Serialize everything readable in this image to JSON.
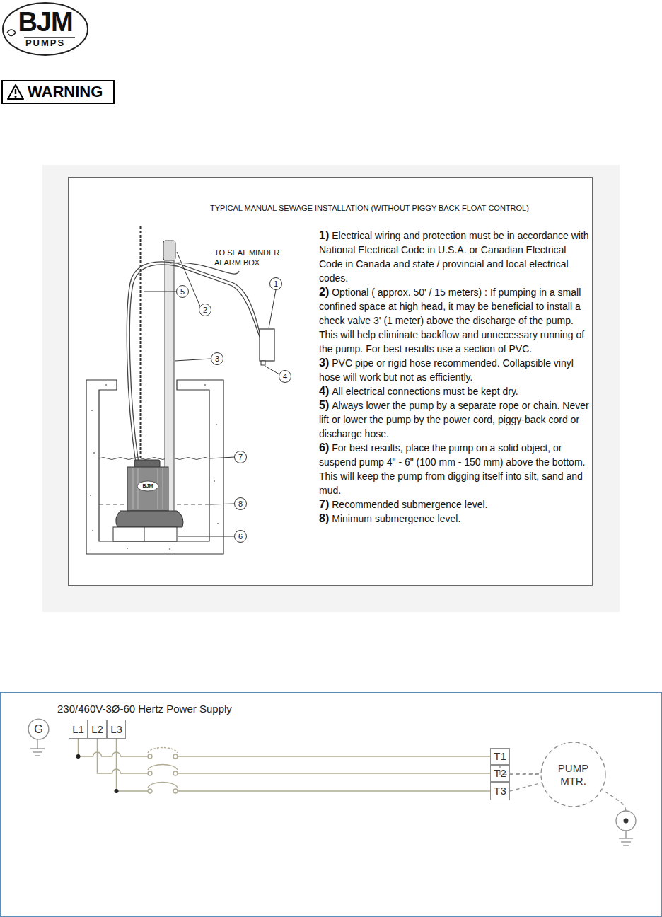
{
  "diagram": {
    "nodes": [
      {
        "text": [
          "BJM",
          "PUMPS"
        ]
      },
      {
        "text": [
          "WARNING"
        ]
      },
      {
        "text": [
          "TYPICAL MANUAL SEWAGE INSTALLATION (WITHOUT PIGGY-BACK FLOAT CONTROL)",
          "1)",
          "Electrical wiring and protection must be in accordance with National Electrical Code in U.S.A. or Canadian Electrical Code in Canada and state / provincial and local electrical codes.",
          "2)",
          "Optional ( approx. 50' / 15 meters) : If pumping in a small confined space at high head, it may be beneficial to install a check valve 3' (1 meter) above the discharge of the pump. This will help eliminate backflow and unnecessary running of the pump. For best results use a section of PVC.",
          "3)",
          "PVC pipe or rigid hose recommended. Collapsible vinyl hose will work but not as efficiently.",
          "4)",
          "All electrical connections must be kept dry.",
          "5)",
          "Always lower the pump by a separate rope or chain. Never lift or lower the pump by the power cord, piggy-back cord or discharge hose.",
          "6)",
          "For best results, place the pump on a solid object, or suspend pump 4\" - 6\" (100 mm - 150 mm) above the bottom. This will keep the pump from digging itself into silt, sand and mud.",
          "7)",
          "Recommended submergence level.",
          "8)",
          "Minimum submergence level."
        ]
      },
      {
        "text": [
          "230/460V-3Ø-60 Hertz Power Supply"
        ]
      },
      {
        "text": [
          "G"
        ],
        "in": 3
      },
      {
        "text": [
          "L1"
        ],
        "in": 3
      },
      {
        "text": [
          "L2"
        ],
        "in": 3
      },
      {
        "text": [
          "L3"
        ],
        "in": 3
      },
      {
        "text": [
          "T1"
        ],
        "in": 3
      },
      {
        "text": [
          "T2"
        ],
        "in": 3
      },
      {
        "text": [
          "T3"
        ],
        "in": 3
      },
      {
        "text": [
          "PUMP MTR."
        ],
        "in": 3
      }
    ],
    "edges": [
      {
        "from": 5,
        "to": 8,
        "arrow": "none"
      },
      {
        "from": 6,
        "to": 9,
        "arrow": "none"
      },
      {
        "from": 7,
        "to": 10,
        "arrow": "none"
      },
      {
        "from": 8,
        "to": 11,
        "arrow": "none"
      },
      {
        "from": 9,
        "to": 11,
        "arrow": "none"
      },
      {
        "from": 10,
        "to": 11,
        "arrow": "none"
      }
    ],
    "labels": [
      "1",
      "2",
      "3",
      "4",
      "5",
      "6",
      "7",
      "8",
      "TO SEAL MINDER ALARM BOX",
      "BJM"
    ]
  }
}
